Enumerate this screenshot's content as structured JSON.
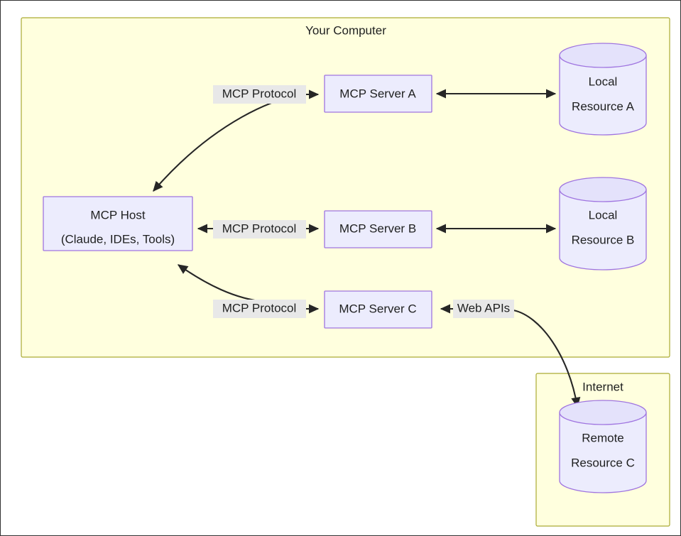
{
  "diagram": {
    "type": "architecture-flowchart",
    "colors": {
      "cluster_fill": "#ffffde",
      "cluster_stroke": "#aaaa33",
      "node_fill": "#ececfd",
      "node_stroke": "#9f74e0",
      "edge_stroke": "#262626",
      "label_bg": "#e8e8e8",
      "text": "#1f2020",
      "page_border": "#333333"
    },
    "clusters": [
      {
        "id": "your-computer",
        "title": "Your Computer"
      },
      {
        "id": "internet",
        "title": "Internet"
      }
    ],
    "nodes": [
      {
        "id": "mcp-server-a",
        "shape": "rect",
        "label": "MCP Server A"
      },
      {
        "id": "mcp-server-b",
        "shape": "rect",
        "label": "MCP Server B"
      },
      {
        "id": "mcp-server-c",
        "shape": "rect",
        "label": "MCP Server C"
      },
      {
        "id": "mcp-host",
        "shape": "rect",
        "label_line1": "MCP Host",
        "label_line2": "(Claude, IDEs, Tools)"
      },
      {
        "id": "local-resource-a",
        "shape": "cylinder",
        "label_line1": "Local",
        "label_line2": "Resource A"
      },
      {
        "id": "local-resource-b",
        "shape": "cylinder",
        "label_line1": "Local",
        "label_line2": "Resource B"
      },
      {
        "id": "remote-resource-c",
        "shape": "cylinder",
        "label_line1": "Remote",
        "label_line2": "Resource C"
      }
    ],
    "edges": [
      {
        "id": "edge-host-server-a",
        "label": "MCP Protocol",
        "from": "mcp-host",
        "to": "mcp-server-a",
        "arrow": "single"
      },
      {
        "id": "edge-host-server-b",
        "label": "MCP Protocol",
        "from": "mcp-host",
        "to": "mcp-server-b",
        "arrow": "double"
      },
      {
        "id": "edge-host-server-c",
        "label": "MCP Protocol",
        "from": "mcp-host",
        "to": "mcp-server-c",
        "arrow": "double"
      },
      {
        "id": "edge-server-a-resource-a",
        "label": "",
        "from": "mcp-server-a",
        "to": "local-resource-a",
        "arrow": "double"
      },
      {
        "id": "edge-server-b-resource-b",
        "label": "",
        "from": "mcp-server-b",
        "to": "local-resource-b",
        "arrow": "double"
      },
      {
        "id": "edge-server-c-remote",
        "label": "Web APIs",
        "from": "mcp-server-c",
        "to": "remote-resource-c",
        "arrow": "single"
      }
    ]
  }
}
